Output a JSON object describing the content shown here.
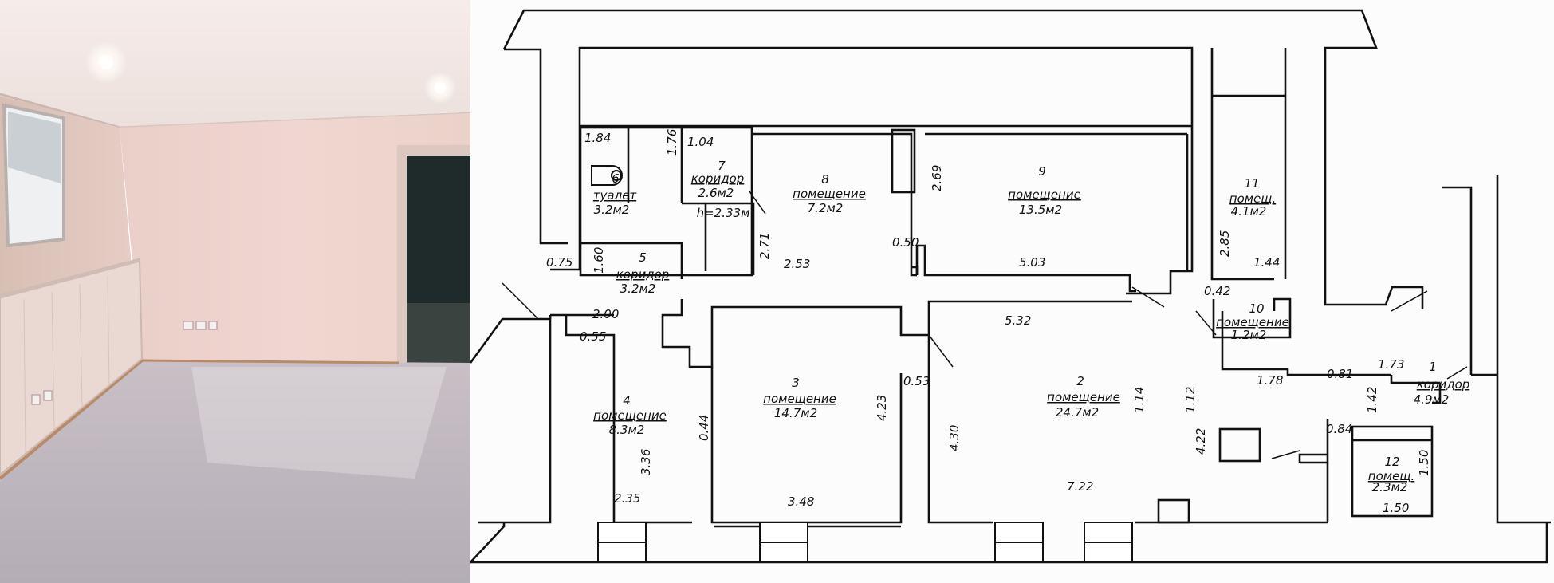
{
  "rooms": [
    {
      "number": "1",
      "name": "коридор",
      "area": "4.9м2"
    },
    {
      "number": "2",
      "name": "помещение",
      "area": "24.7м2"
    },
    {
      "number": "3",
      "name": "помещение",
      "area": "14.7м2"
    },
    {
      "number": "4",
      "name": "помещение",
      "area": "8.3м2"
    },
    {
      "number": "5",
      "name": "коридор",
      "area": "3.2м2"
    },
    {
      "number": "6",
      "name": "туалет",
      "area": "3.2м2"
    },
    {
      "number": "7",
      "name": "коридор",
      "area": "2.6м2",
      "extra": "h=2.33м"
    },
    {
      "number": "8",
      "name": "помещение",
      "area": "7.2м2"
    },
    {
      "number": "9",
      "name": "помещение",
      "area": "13.5м2"
    },
    {
      "number": "10",
      "name": "помещение",
      "area": "1.2м2"
    },
    {
      "number": "11",
      "name": "помещ.",
      "area": "4.1м2"
    },
    {
      "number": "12",
      "name": "помещ.",
      "area": "2.3м2"
    }
  ],
  "dims": [
    "1.84",
    "1.76",
    "1.04",
    "2.69",
    "0.75",
    "1.60",
    "2.71",
    "2.53",
    "0.50",
    "5.03",
    "2.85",
    "1.44",
    "0.42",
    "2.00",
    "0.55",
    "5.32",
    "0.53",
    "4.23",
    "4.30",
    "0.44",
    "3.36",
    "2.35",
    "3.48",
    "7.22",
    "4.22",
    "1.14",
    "1.12",
    "1.42",
    "1.78",
    "0.81",
    "1.73",
    "0.84",
    "1.50",
    "1.50"
  ]
}
